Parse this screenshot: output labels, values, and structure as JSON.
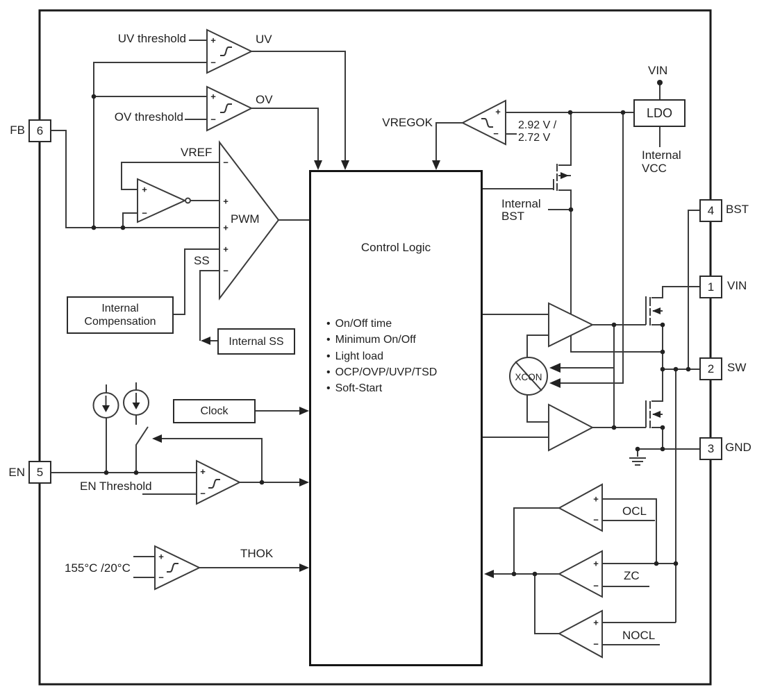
{
  "sym": {
    "plus": "+",
    "minus": "−"
  },
  "labels": {
    "uv_threshold": "UV threshold",
    "uv_out": "UV",
    "ov_threshold": "OV threshold",
    "ov_out": "OV",
    "vref": "VREF",
    "pwm": "PWM",
    "ss": "SS",
    "en_threshold": "EN Threshold",
    "temp_threshold": "155°C /20°C",
    "thok": "THOK",
    "vregok": "VREGOK",
    "vreg_level_high": "2.92 V /",
    "vreg_level_low": "2.72 V",
    "internal_bst": "Internal BST",
    "vin_top": "VIN",
    "internal_vcc": "Internal VCC",
    "xcon": "XCON",
    "ocl": "OCL",
    "zc": "ZC",
    "nocl": "NOCL"
  },
  "boxes": {
    "internal_compensation": "Internal Compensation",
    "internal_ss": "Internal SS",
    "clock": "Clock",
    "ldo": "LDO"
  },
  "control_logic": {
    "title": "Control Logic",
    "items": [
      "On/Off time",
      "Minimum On/Off",
      "Light load",
      "OCP/OVP/UVP/TSD",
      "Soft-Start"
    ]
  },
  "pins": {
    "fb": {
      "label": "FB",
      "number": "6"
    },
    "en": {
      "label": "EN",
      "number": "5"
    },
    "bst": {
      "label": "BST",
      "number": "4"
    },
    "vin": {
      "label": "VIN",
      "number": "1"
    },
    "sw": {
      "label": "SW",
      "number": "2"
    },
    "gnd": {
      "label": "GND",
      "number": "3"
    }
  },
  "colors": {
    "line": "#3b3b3b",
    "border": "#1b1b1b",
    "text": "#1f1f1f"
  }
}
